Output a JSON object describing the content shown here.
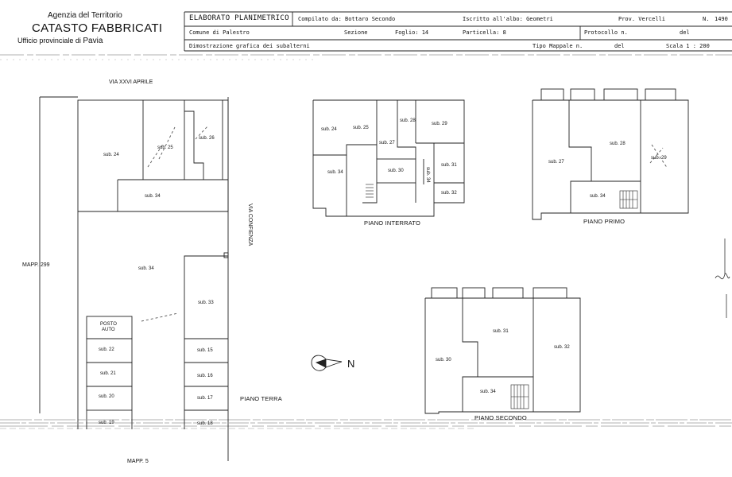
{
  "agency": {
    "name": "Agenzia del Territorio",
    "title": "CATASTO FABBRICATI",
    "office": "Ufficio provinciale di",
    "province": "Pavia"
  },
  "header": {
    "doc_type": "ELABORATO PLANIMETRICO",
    "compiled_by": "Compilato da: Bottaro Secondo",
    "registered": "Iscritto all'albo: Geometri",
    "prov": "Prov. Vercelli",
    "n_label": "N.",
    "n_value": "1490",
    "comune": "Comune di Palestro",
    "sezione": "Sezione",
    "foglio": "Foglio: 14",
    "particella": "Particella: 8",
    "protocollo": "Protocollo n.",
    "del1": "del",
    "demo": "Dimostrazione grafica dei subalterni",
    "tipo_mappale": "Tipo Mappale n.",
    "del2": "del",
    "scala": "Scala 1 : 200"
  },
  "streets": {
    "north": "VIA XXVI APRILE",
    "east": "VIA CONFIENZA",
    "west": "MAPP. 299",
    "south": "MAPP. 5"
  },
  "north_arrow": "N",
  "plans": {
    "ground": {
      "title": "PIANO TERRA",
      "subs": [
        "sub. 24",
        "sub. 25",
        "sub. 26",
        "sub. 34",
        "sub. 34",
        "sub. 33",
        "POSTO",
        "AUTO",
        "sub. 22",
        "sub. 21",
        "sub. 20",
        "sub. 19",
        "sub. 15",
        "sub. 16",
        "sub. 17",
        "sub. 18"
      ]
    },
    "basement": {
      "title": "PIANO INTERRATO",
      "subs": [
        "sub. 24",
        "sub. 25",
        "sub. 28",
        "sub. 29",
        "sub. 27",
        "sub. 34",
        "sub. 30",
        "sub. 31",
        "sub. 32",
        "sub. 34"
      ]
    },
    "first": {
      "title": "PIANO PRIMO",
      "subs": [
        "sub. 27",
        "sub. 28",
        "sub. 29",
        "sub. 34"
      ]
    },
    "second": {
      "title": "PIANO SECONDO",
      "subs": [
        "sub. 30",
        "sub. 31",
        "sub. 32",
        "sub. 34"
      ]
    }
  }
}
